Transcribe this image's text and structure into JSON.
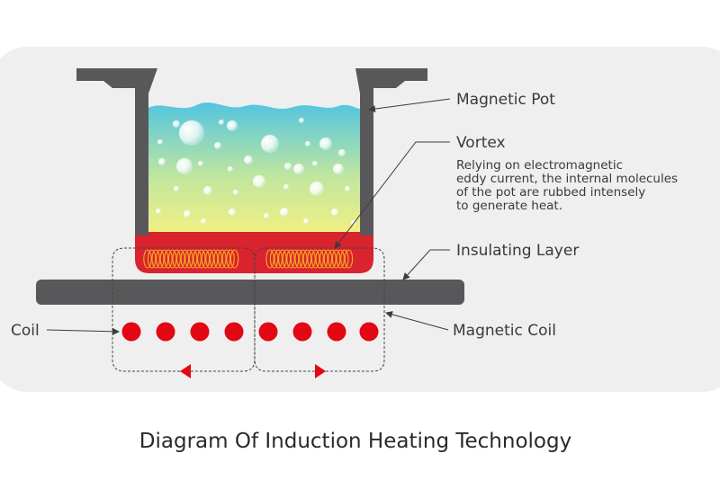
{
  "labels": {
    "magnetic_pot": "Magnetic Pot",
    "vortex": "Vortex",
    "vortex_desc": [
      "Relying on electromagnetic",
      "eddy current, the internal molecules",
      "of the pot are rubbed intensely",
      "to generate heat."
    ],
    "insulating_layer": "Insulating Layer",
    "coil": "Coil",
    "magnetic_coil": "Magnetic Coil"
  },
  "caption": "Diagram Of Induction Heating Technology",
  "colors": {
    "panel": "#efefef",
    "pot": "#58585a",
    "heat": "#d9232e",
    "coil_dot": "#e30613",
    "eddy": "#f7a823",
    "plate": "#58585a",
    "water_top": "#52c5e0",
    "water_bottom": "#f4f082"
  }
}
